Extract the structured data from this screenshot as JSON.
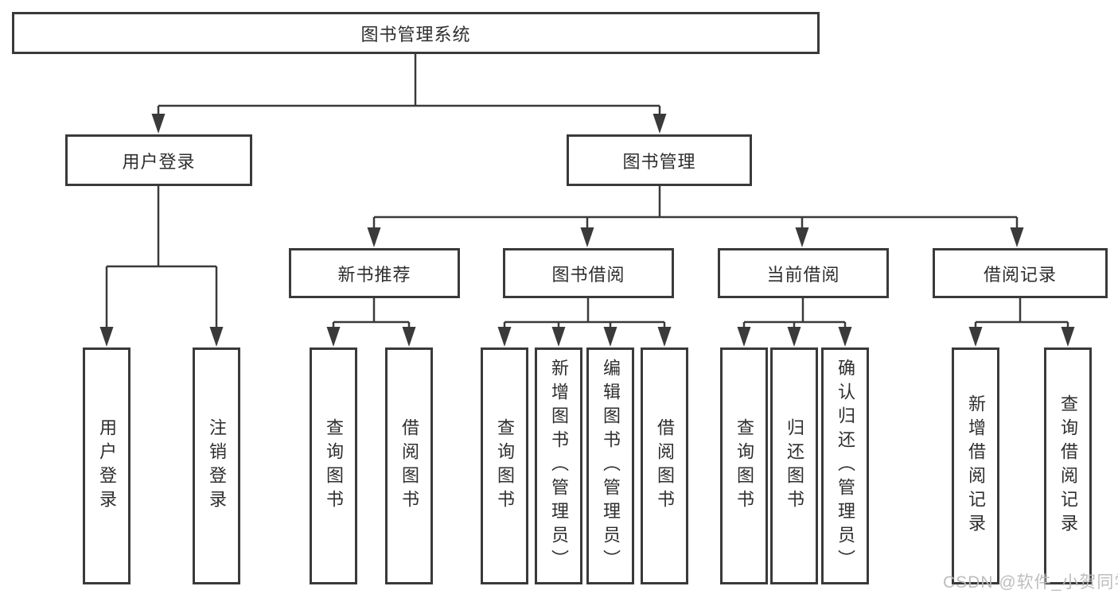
{
  "tree": {
    "root": "图书管理系统",
    "branches": [
      {
        "label": "用户登录",
        "children": [
          "用户登录",
          "注销登录"
        ]
      },
      {
        "label": "图书管理",
        "groups": [
          {
            "label": "新书推荐",
            "children": [
              "查询图书",
              "借阅图书"
            ]
          },
          {
            "label": "图书借阅",
            "children": [
              "查询图书",
              "新增图书（管理员）",
              "编辑图书（管理员）",
              "借阅图书"
            ]
          },
          {
            "label": "当前借阅",
            "children": [
              "查询图书",
              "归还图书",
              "确认归还（管理员）"
            ]
          },
          {
            "label": "借阅记录",
            "children": [
              "新增借阅记录",
              "查询借阅记录"
            ]
          }
        ]
      }
    ]
  },
  "watermark": {
    "text": "CSDN @软件_小贺同学"
  },
  "colors": {
    "line": "#3a3a3a",
    "box_border": "#3a3a3a",
    "text": "#2e2e2e",
    "watermark": "#b9b9b9",
    "background": "#ffffff"
  }
}
